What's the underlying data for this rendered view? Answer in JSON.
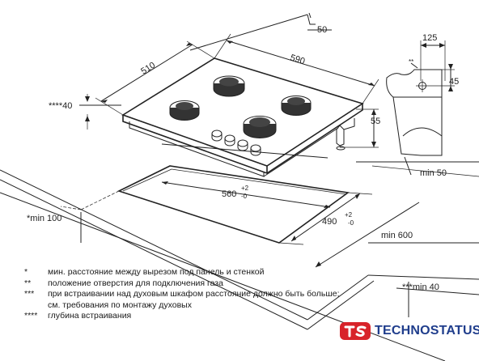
{
  "dimensions": {
    "thickness_top": "50",
    "width": "590",
    "depth": "510",
    "gas_offset_x": "125",
    "gas_offset_y": "45",
    "cutout_depth_note_value": "40",
    "cutout_depth_note_mark": "****",
    "height": "55",
    "clearance_back": "min 50",
    "cutout_width": "560",
    "cutout_width_tol_plus": "+2",
    "cutout_width_tol_minus": "-0",
    "cutout_depth": "490",
    "cutout_depth_tol_plus": "+2",
    "cutout_depth_tol_minus": "-0",
    "clearance_wall": "*min 100",
    "clearance_front": "min 600",
    "clearance_oven": "***min 40",
    "gas_mark": "**"
  },
  "legend": [
    {
      "mark": "*",
      "text": "мин. расстояние между вырезом под панель и стенкой"
    },
    {
      "mark": "**",
      "text": "положение отверстия для подключения газа"
    },
    {
      "mark": "***",
      "text": "при встраивании над духовым шкафом расстояние должно быть больше; см. требования по монтажу духовых"
    },
    {
      "mark": "****",
      "text": "глубина встраивания"
    }
  ],
  "brand": {
    "logo_letters": "ts",
    "name": "TECHNOSTATUS",
    "color_primary": "#1f3d8c",
    "color_accent": "#d8232a"
  }
}
